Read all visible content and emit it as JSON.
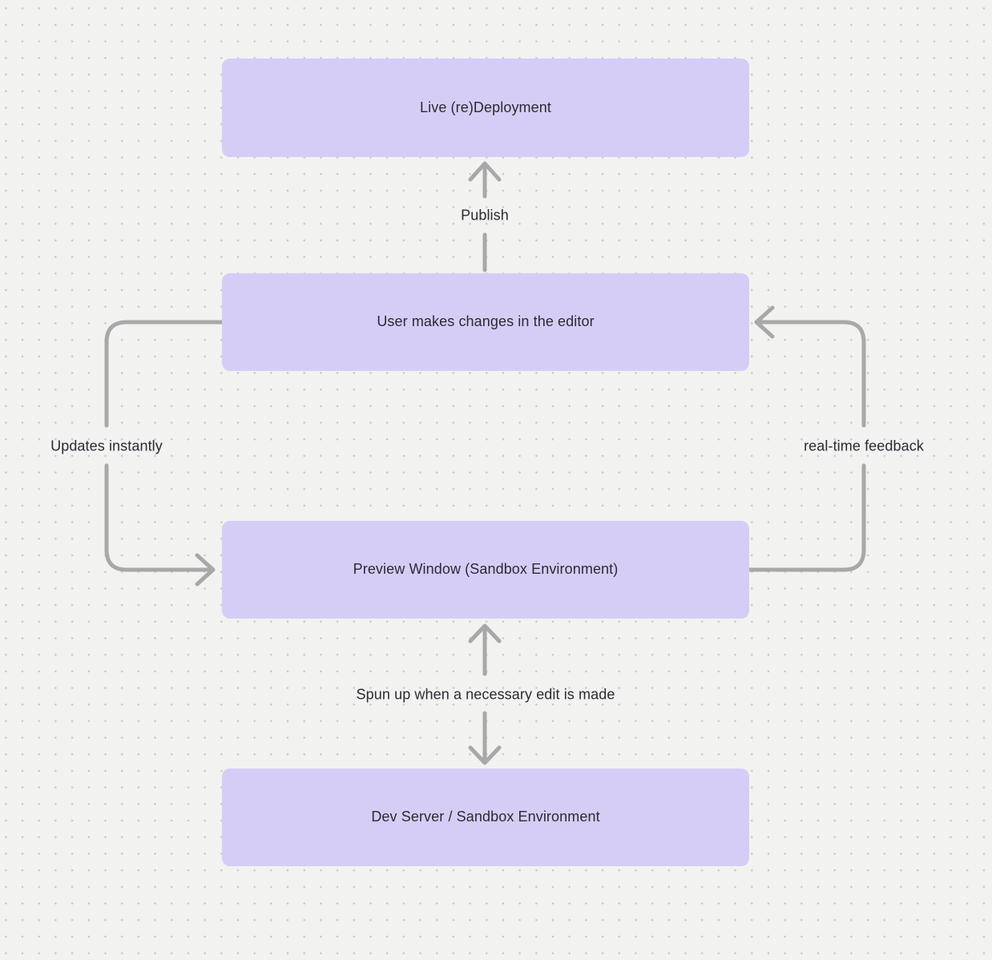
{
  "diagram": {
    "colors": {
      "background": "#f2f2f1",
      "dot": "#c8c8c8",
      "node-fill": "#d6cdf7",
      "node-text": "#2b2b30",
      "arrow": "#a8a8a8",
      "label-text": "#2b2b30"
    },
    "nodes": [
      {
        "id": "live-redeployment",
        "label": "Live (re)Deployment"
      },
      {
        "id": "user-edits",
        "label": "User makes changes in the editor"
      },
      {
        "id": "preview-window",
        "label": "Preview Window (Sandbox Environment)"
      },
      {
        "id": "dev-server",
        "label": "Dev Server / Sandbox Environment"
      }
    ],
    "edges": [
      {
        "id": "publish",
        "label": "Publish",
        "from": "user-edits",
        "to": "live-redeployment",
        "direction": "up"
      },
      {
        "id": "updates-instantly",
        "label": "Updates instantly",
        "from": "user-edits",
        "to": "preview-window",
        "side": "left",
        "direction": "down"
      },
      {
        "id": "realtime-feedback",
        "label": "real-time feedback",
        "from": "preview-window",
        "to": "user-edits",
        "side": "right",
        "direction": "up"
      },
      {
        "id": "spun-up",
        "label": "Spun up when a necessary edit is made",
        "from": "preview-window",
        "to": "dev-server",
        "direction": "both"
      }
    ]
  }
}
